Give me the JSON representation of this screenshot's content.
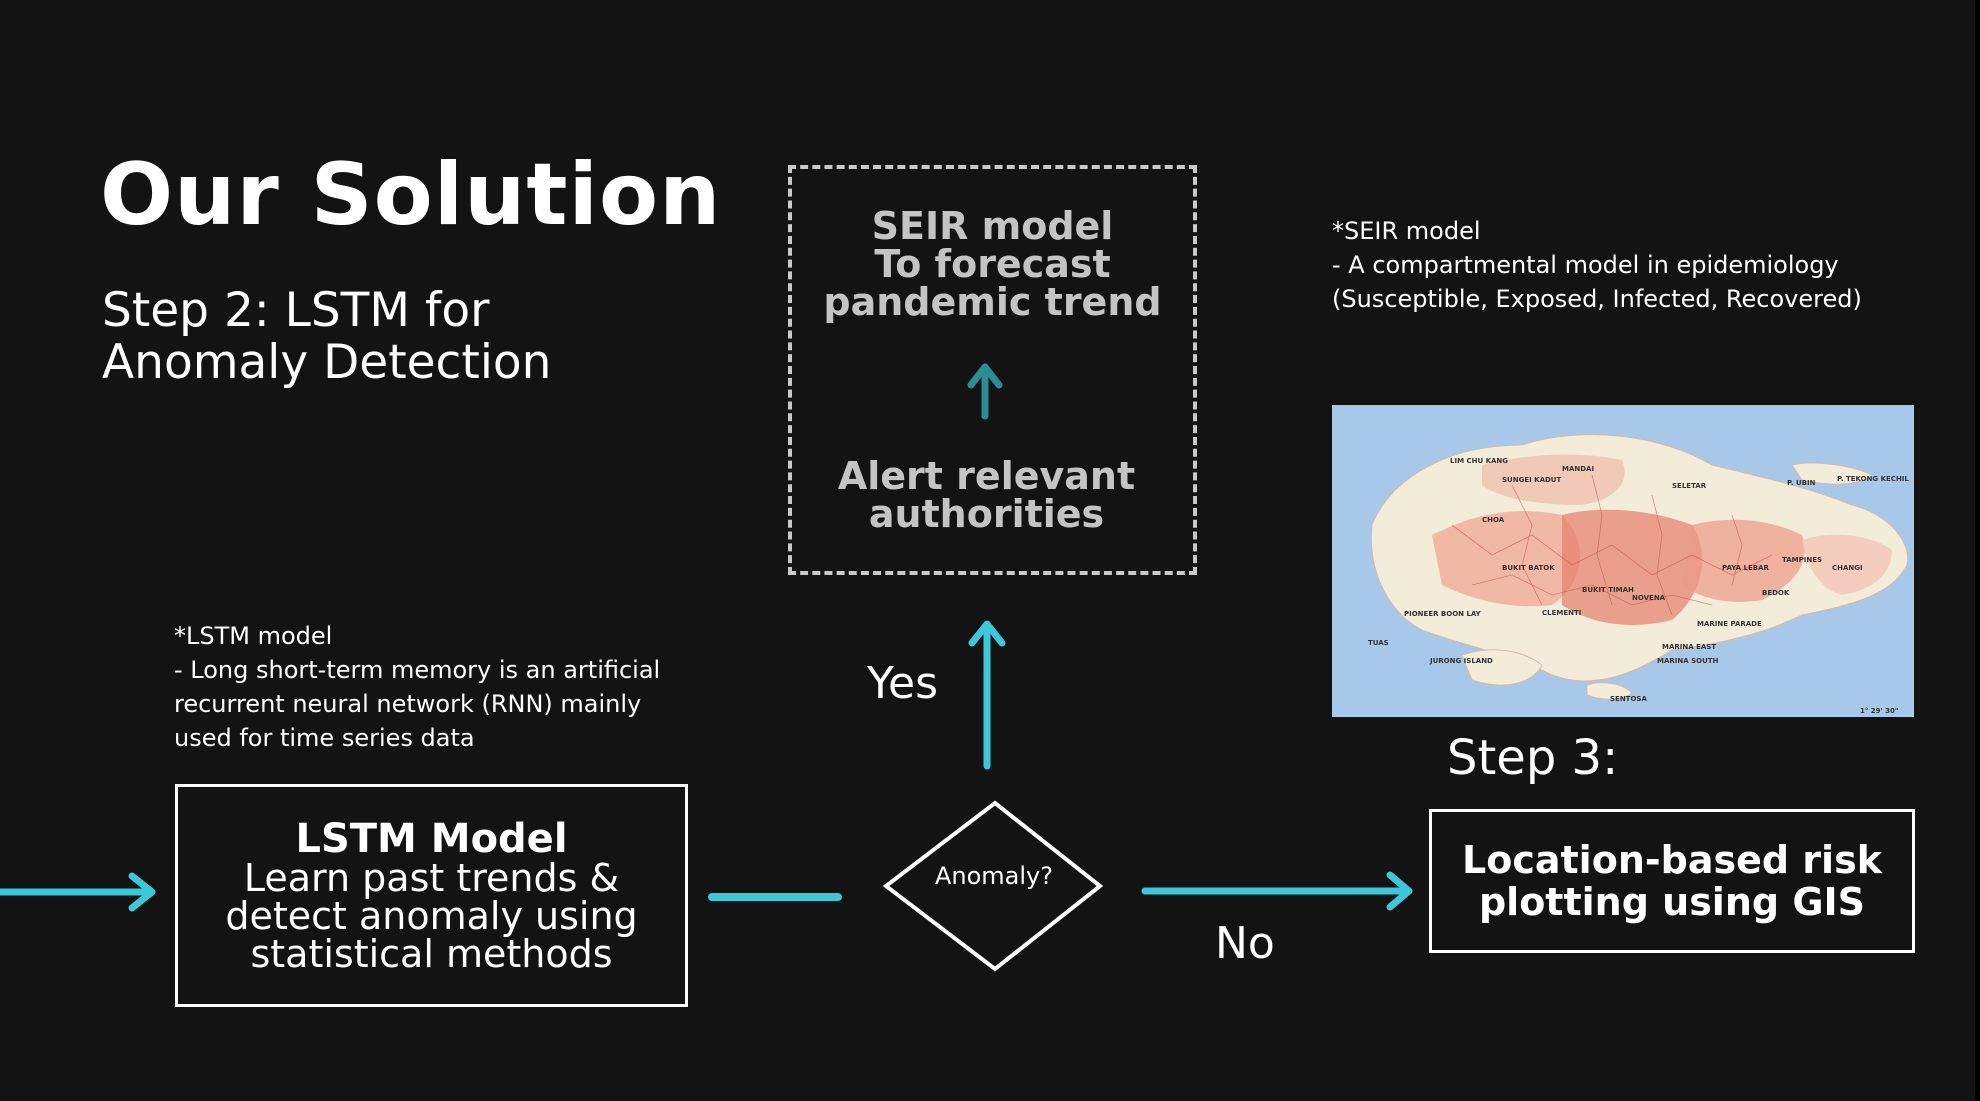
{
  "slide": {
    "title": "Our Solution",
    "subtitle_line1": "Step 2: LSTM for",
    "subtitle_line2": "Anomaly Detection"
  },
  "lstm_note": {
    "line1": "*LSTM model",
    "line2": "- Long short-term memory is an artificial",
    "line3": "recurrent neural network (RNN) mainly",
    "line4": "used for time series data"
  },
  "lstm_box": {
    "title": "LSTM Model",
    "line1": "Learn past trends &",
    "line2": "detect anomaly using",
    "line3": "statistical methods"
  },
  "decision": {
    "label": "Anomaly?",
    "yes": "Yes",
    "no": "No"
  },
  "alert_box": {
    "seir_line1": "SEIR model",
    "seir_line2": "To forecast",
    "seir_line3": "pandemic trend",
    "alert_line1": "Alert relevant",
    "alert_line2": "authorities"
  },
  "seir_note": {
    "line1": "*SEIR model",
    "line2": "- A compartmental model in epidemiology",
    "line3": "(Susceptible, Exposed, Infected, Recovered)"
  },
  "step3": {
    "label": "Step 3:",
    "box_line1": "Location-based risk",
    "box_line2": "plotting using GIS"
  },
  "map_labels": {
    "lim_chu_kang": "LIM CHU KANG",
    "mandai": "MANDAI",
    "sungei_kadut": "SUNGEI KADUT",
    "seletar": "SELETAR",
    "p_ubin": "P. UBIN",
    "p_tekong": "P. TEKONG KECHIL",
    "choa_chu_kang": "CHOA",
    "bukit_batok": "BUKIT BATOK",
    "paya_lebar": "PAYA LEBAR",
    "tampines": "TAMPINES",
    "changi": "CHANGI",
    "bedok": "BEDOK",
    "bukit_timah": "BUKIT TIMAH",
    "novena": "NOVENA",
    "pioneer": "PIONEER BOON LAY",
    "clementi": "CLEMENTI",
    "marine_parade": "MARINE PARADE",
    "tuas": "TUAS",
    "jurong_island": "JURONG ISLAND",
    "marina_east": "MARINA EAST",
    "marina_south": "MARINA SOUTH",
    "sentosa": "SENTOSA",
    "coord": "1° 29' 30\""
  },
  "colors": {
    "background": "#131314",
    "arrow": "#3cc8d8",
    "arrow_dark": "#2a8f94",
    "dashed": "#c9c9c9",
    "map_water": "#a8c8ea",
    "map_land": "#f3ecd9",
    "map_region": "#e88a78"
  }
}
